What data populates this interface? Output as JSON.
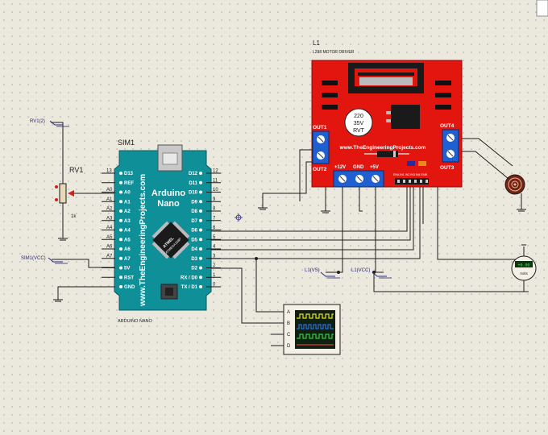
{
  "colors": {
    "background": "#ebe8de",
    "arduino_board": "#0f8f98",
    "driver_board": "#e3150f",
    "terminal_blue": "#1f5fd0",
    "scope_screen": "#102010",
    "trace_a": "#e8e020",
    "trace_b": "#2b6ce0",
    "trace_c": "#2bd040",
    "trace_d": "#d04040"
  },
  "arduino": {
    "ref": "SIM1",
    "name": "ARDUINO NANO",
    "board_title_1": "Arduino",
    "board_title_2": "Nano",
    "website": "www.TheEngineeringProjects.com",
    "chip_brand": "ATMEL",
    "chip_part": "ATMEGA328P",
    "left_pins": [
      {
        "num": "13",
        "label": "D13"
      },
      {
        "num": "",
        "label": "REF"
      },
      {
        "num": "A0",
        "label": "A0"
      },
      {
        "num": "A1",
        "label": "A1"
      },
      {
        "num": "A2",
        "label": "A2"
      },
      {
        "num": "A3",
        "label": "A3"
      },
      {
        "num": "A4",
        "label": "A4"
      },
      {
        "num": "A5",
        "label": "A5"
      },
      {
        "num": "A6",
        "label": "A6"
      },
      {
        "num": "A7",
        "label": "A7"
      },
      {
        "num": "",
        "label": "5V"
      },
      {
        "num": "",
        "label": "RST"
      },
      {
        "num": "",
        "label": "GND"
      }
    ],
    "right_pins": [
      {
        "num": "12",
        "label": "D12"
      },
      {
        "num": "11",
        "label": "D11"
      },
      {
        "num": "10",
        "label": "D10"
      },
      {
        "num": "9",
        "label": "D9"
      },
      {
        "num": "8",
        "label": "D8"
      },
      {
        "num": "7",
        "label": "D7"
      },
      {
        "num": "6",
        "label": "D6"
      },
      {
        "num": "5",
        "label": "D5"
      },
      {
        "num": "4",
        "label": "D4"
      },
      {
        "num": "3",
        "label": "D3"
      },
      {
        "num": "2",
        "label": "D2"
      },
      {
        "num": "1",
        "label": "RX / D0"
      },
      {
        "num": "0",
        "label": "TX / D1"
      }
    ]
  },
  "driver": {
    "ref": "L1",
    "name": "L298 MOTOR DRIVER",
    "cap_value": "220",
    "cap_voltage": "35V",
    "cap_brand": "RVT",
    "website": "www.TheEngineeringProjects.com",
    "out1": "OUT1",
    "out2": "OUT2",
    "out3": "OUT3",
    "out4": "OUT4",
    "v12": "+12V",
    "gnd": "GND",
    "v5": "+5V",
    "enable_label": "ENA IN1 IN2 IN3 IN4 ENB"
  },
  "pot": {
    "ref": "RV1",
    "value": "1k",
    "probe": "RV1(2)"
  },
  "probes": {
    "sim_vcc": "SIM1(VCC)",
    "l1_vs": "L1(VS)",
    "l1_vcc": "L1(VCC)"
  },
  "scope": {
    "channels": [
      "A",
      "B",
      "C",
      "D"
    ]
  },
  "voltmeter": {
    "reading": "+0.00",
    "unit": "Volts"
  }
}
